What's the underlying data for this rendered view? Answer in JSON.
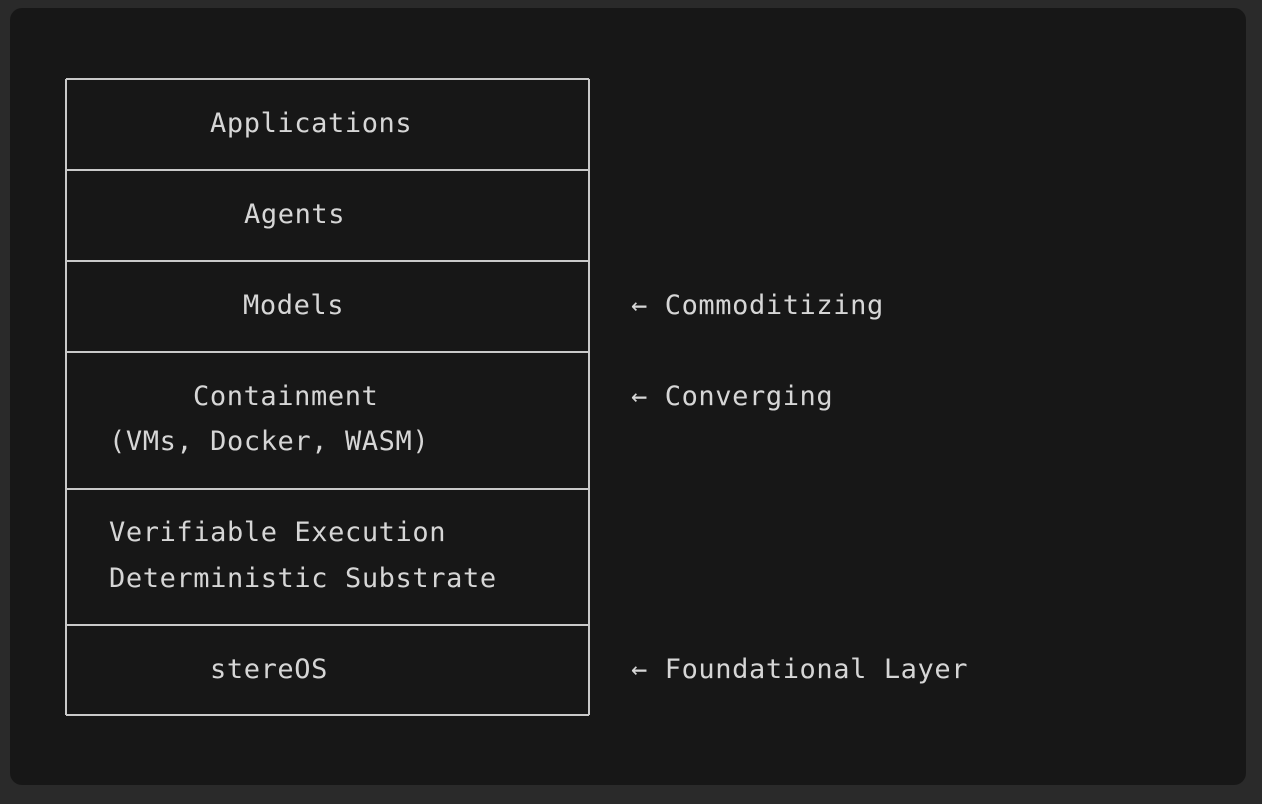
{
  "layers": [
    {
      "lines": [
        "Applications"
      ]
    },
    {
      "lines": [
        "Agents"
      ]
    },
    {
      "lines": [
        "Models"
      ]
    },
    {
      "lines": [
        "Containment",
        "(VMs, Docker, WASM)"
      ]
    },
    {
      "lines": [
        "Verifiable Execution",
        "Deterministic Substrate"
      ]
    },
    {
      "lines": [
        "stereOS"
      ]
    }
  ],
  "annotations": {
    "models": "← Commoditizing",
    "containment": "← Converging",
    "stereos": "← Foundational Layer"
  }
}
